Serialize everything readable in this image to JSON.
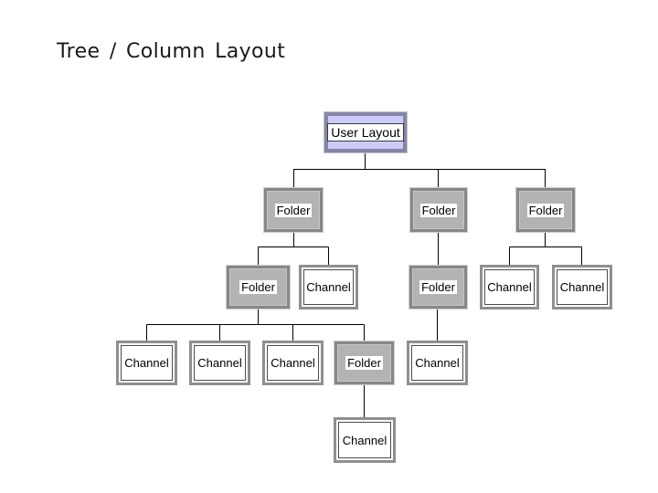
{
  "slide": {
    "title": "Tree / Column Layout"
  },
  "diagram": {
    "type": "tree",
    "nodes": {
      "root": {
        "label": "User Layout",
        "kind": "user-layout"
      },
      "f1": {
        "label": "Folder",
        "kind": "folder"
      },
      "f2": {
        "label": "Folder",
        "kind": "folder"
      },
      "f3": {
        "label": "Folder",
        "kind": "folder"
      },
      "f1_1": {
        "label": "Folder",
        "kind": "folder"
      },
      "f1_2": {
        "label": "Channel",
        "kind": "channel"
      },
      "f2_1": {
        "label": "Folder",
        "kind": "folder"
      },
      "f3_1": {
        "label": "Channel",
        "kind": "channel"
      },
      "f3_2": {
        "label": "Channel",
        "kind": "channel"
      },
      "f1_1_1": {
        "label": "Channel",
        "kind": "channel"
      },
      "f1_1_2": {
        "label": "Channel",
        "kind": "channel"
      },
      "f1_1_3": {
        "label": "Channel",
        "kind": "channel"
      },
      "f1_1_4": {
        "label": "Folder",
        "kind": "folder"
      },
      "f2_1_1": {
        "label": "Channel",
        "kind": "channel"
      },
      "f1_1_4_1": {
        "label": "Channel",
        "kind": "channel"
      }
    },
    "edges": [
      {
        "from": "root",
        "to": [
          "f1",
          "f2",
          "f3"
        ]
      },
      {
        "from": "f1",
        "to": [
          "f1_1",
          "f1_2"
        ]
      },
      {
        "from": "f2",
        "to": [
          "f2_1"
        ]
      },
      {
        "from": "f3",
        "to": [
          "f3_1",
          "f3_2"
        ]
      },
      {
        "from": "f1_1",
        "to": [
          "f1_1_1",
          "f1_1_2",
          "f1_1_3",
          "f1_1_4"
        ]
      },
      {
        "from": "f2_1",
        "to": [
          "f2_1_1"
        ]
      },
      {
        "from": "f1_1_4",
        "to": [
          "f1_1_4_1"
        ]
      }
    ],
    "colors": {
      "background": "#ffffff",
      "connector": "#000000",
      "user_layout_fill": "#ccccfb",
      "user_layout_border": "#8585a8",
      "folder_fill": "#b3b3b3",
      "folder_border": "#878787",
      "channel_fill": "#ffffff",
      "channel_border": "#8f8f8f",
      "label_background": "#ffffff",
      "text": "#000000"
    }
  }
}
